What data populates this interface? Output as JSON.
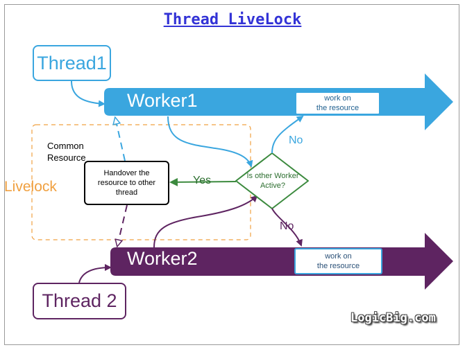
{
  "title": "Thread LiveLock",
  "thread1_label": "Thread1",
  "thread2_label": "Thread 2",
  "worker1_label": "Worker1",
  "worker2_label": "Worker2",
  "work1": {
    "line1": "work on",
    "line2": "the resource"
  },
  "work2": {
    "line1": "work on",
    "line2": "the resource"
  },
  "common_resource": {
    "line1": "Common",
    "line2": "Resource"
  },
  "livelock_label": "Livelock",
  "handover": {
    "line1": "Handover the",
    "line2": "resource to other",
    "line3": "thread"
  },
  "decision": {
    "line1": "Is other Worker",
    "line2": "Active?"
  },
  "yes_label": "Yes",
  "no_label_top": "No",
  "no_label_bottom": "No",
  "logo_text": "LogicBig.com",
  "colors": {
    "blue": "#3aa6df",
    "purple": "#5e2461",
    "green": "#3c8a3e",
    "orange": "#f0a040",
    "title": "#3333d6"
  }
}
